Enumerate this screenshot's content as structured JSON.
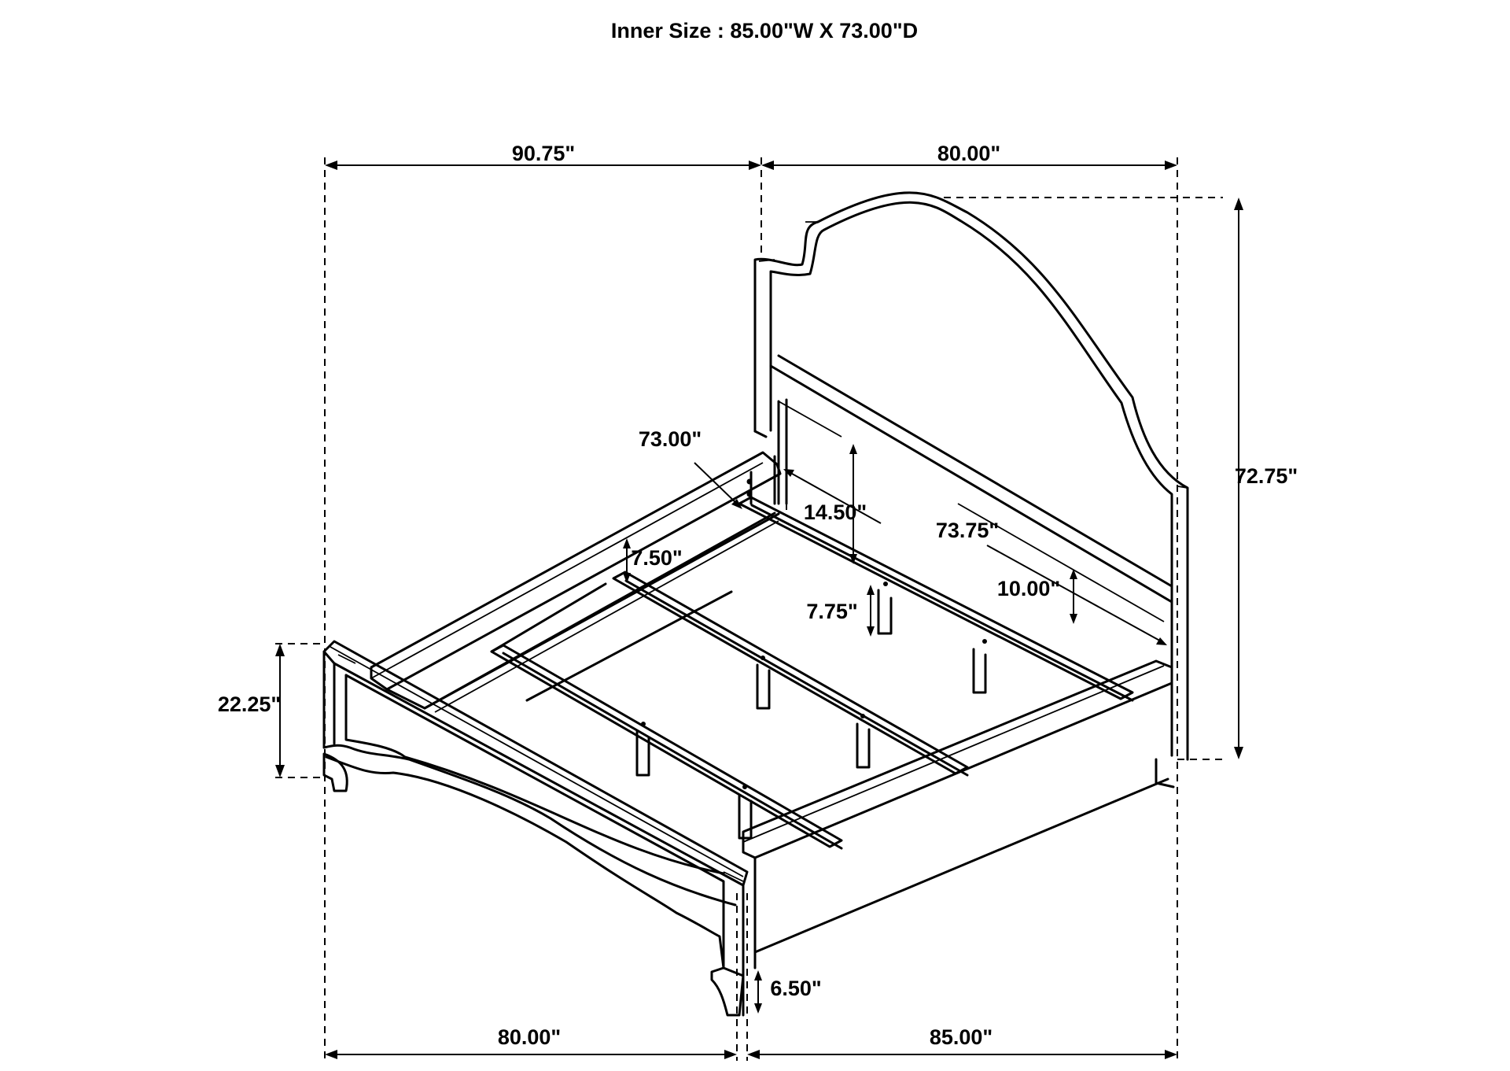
{
  "title": "Inner Size : 85.00\"W X 73.00\"D",
  "dimensions": {
    "top_left_width": "90.75\"",
    "top_right_width": "80.00\"",
    "overall_height": "72.75\"",
    "footboard_height": "22.25\"",
    "rail_length": "73.00\"",
    "headboard_panel_height": "14.50\"",
    "inner_length": "73.75\"",
    "slat_height": "7.50\"",
    "support_leg_height": "7.75\"",
    "rail_height": "10.00\"",
    "leg_clearance": "6.50\"",
    "bottom_left_width": "80.00\"",
    "bottom_right_width": "85.00\""
  }
}
